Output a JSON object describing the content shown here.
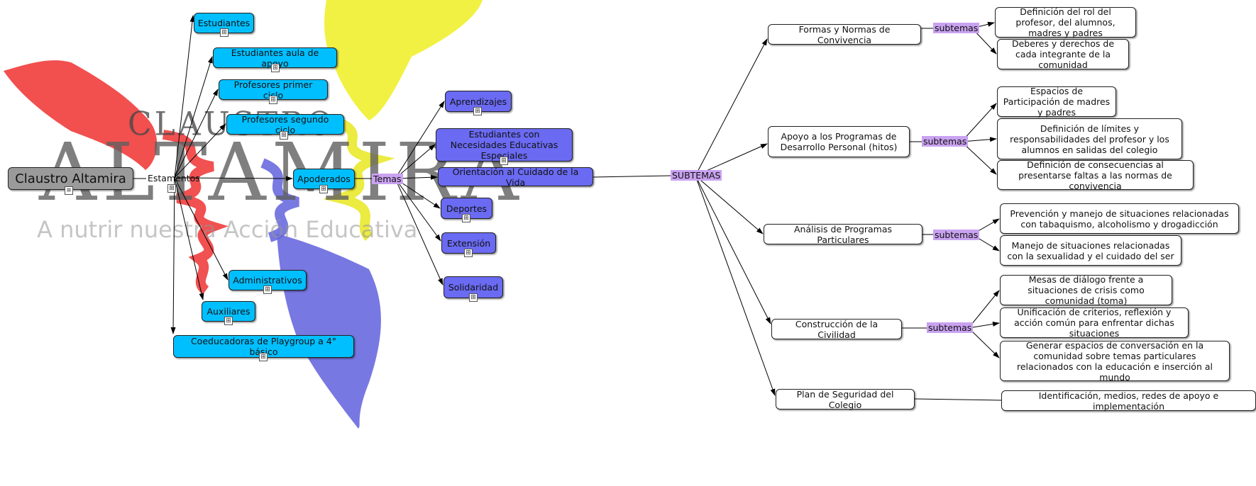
{
  "root": {
    "label": "Claustro Altamira"
  },
  "logo": {
    "line1": "CLAUSTRO",
    "line2": "ALTAMIRA",
    "line3": "A nutrir nuestra Acción Educativa"
  },
  "connectors": {
    "estamentos": "Estamentos",
    "temas": "Temas",
    "subtemas_main": "SUBTEMAS",
    "subtemas": "subtemas"
  },
  "estamentos": [
    "Estudiantes",
    "Estudiantes aula de apoyo",
    "Profesores primer ciclo",
    "Profesores segundo ciclo",
    "Apoderados",
    "Administrativos",
    "Auxiliares",
    "Coeducadoras de Playgroup a 4° básico"
  ],
  "temas": [
    "Aprendizajes",
    "Estudiantes con Necesidades Educativas Especiales",
    "Orientación al Cuidado de la Vida",
    "Deportes",
    "Extensión",
    "Solidaridad"
  ],
  "subtemas": [
    {
      "title": "Formas y Normas de Convivencia",
      "children": [
        "Definición del rol del profesor, del alumnos, madres y padres",
        "Deberes y derechos de cada integrante de la comunidad"
      ]
    },
    {
      "title": "Apoyo a los Programas de  Desarrollo Personal (hitos)",
      "children": [
        "Espacios de Participación de madres y padres",
        "Definición de límites y responsabilidades del profesor y los alumnos en salidas del colegio",
        "Definición de consecuencias al presentarse faltas a las normas de convivencia"
      ]
    },
    {
      "title": "Análisis de Programas Particulares",
      "children": [
        "Prevención y manejo de situaciones relacionadas con tabaquismo, alcoholismo y drogadicción",
        "Manejo de situaciones relacionadas con la sexualidad y el cuidado del ser"
      ]
    },
    {
      "title": "Construcción de la Civilidad",
      "children": [
        "Mesas de diálogo frente a situaciones de crisis como comunidad (toma)",
        "Unificación de criterios, reflexión y acción común para enfrentar dichas situaciones",
        "Generar espacios de conversación en la comunidad sobre temas particulares relacionados con la educación e inserción al mundo"
      ]
    },
    {
      "title": "Plan de Seguridad del Colegio",
      "children": [
        "Identificación, medios, redes de apoyo e implementación"
      ]
    }
  ],
  "colors": {
    "estamento_fill": "#00bfff",
    "tema_fill": "#6a6af2",
    "root_fill": "#9a9a9a",
    "connector_highlight": "#c9a2f0"
  }
}
